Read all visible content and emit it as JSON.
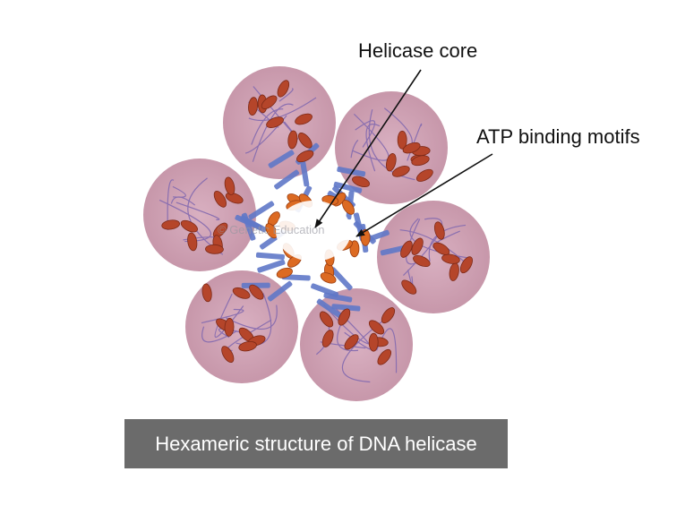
{
  "labels": {
    "helicase_core": "Helicase core",
    "atp_binding_motifs": "ATP binding motifs"
  },
  "caption": "Hexameric structure of DNA helicase",
  "watermark": "© Genetic Education",
  "colors": {
    "subunit_halo": "#cfa4b6",
    "alpha_helix": "#b5452a",
    "beta_sheet": "#5f78c8",
    "atp_motif": "#dc6a22",
    "loop": "#8a6fb0",
    "caption_bg": "#6b6b6b",
    "caption_text": "#ffffff"
  },
  "structure": {
    "subunit_count": 6,
    "symmetry": "hexameric ring"
  }
}
